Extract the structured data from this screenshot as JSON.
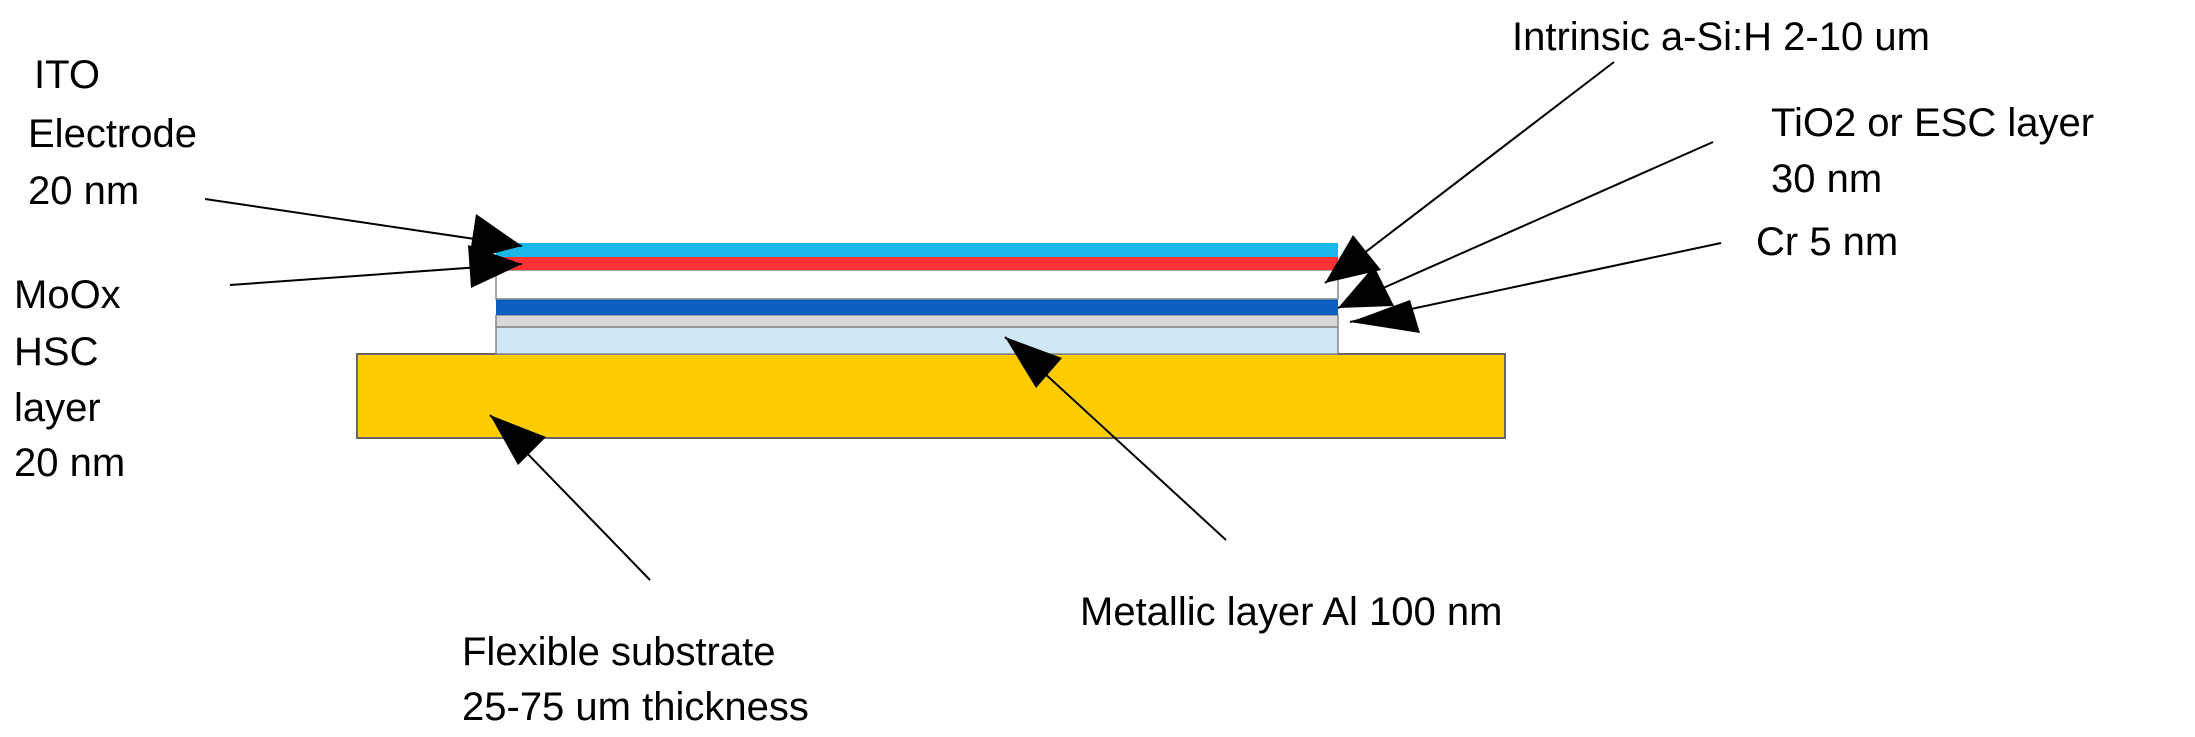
{
  "labels": {
    "ito": [
      "ITO",
      "Electrode",
      "20 nm"
    ],
    "moox": [
      "MoOx",
      "HSC",
      "layer",
      "20 nm"
    ],
    "intrinsic": "Intrinsic a-Si:H 2-10 um",
    "tio2": [
      "TiO2 or  ESC layer",
      "30 nm"
    ],
    "cr": "Cr 5 nm",
    "metallic": "Metallic layer Al 100 nm",
    "substrate": [
      "Flexible substrate",
      "25-75 um thickness"
    ]
  },
  "colors": {
    "substrate": "#ffcc00",
    "aluminum": "#cfe7f5",
    "chromium": "#d9d9d9",
    "tio2": "#0b5fc0",
    "intrinsic": "#ffffff",
    "moox": "#ff3333",
    "ito": "#19b8e8",
    "arrow": "#000000"
  }
}
